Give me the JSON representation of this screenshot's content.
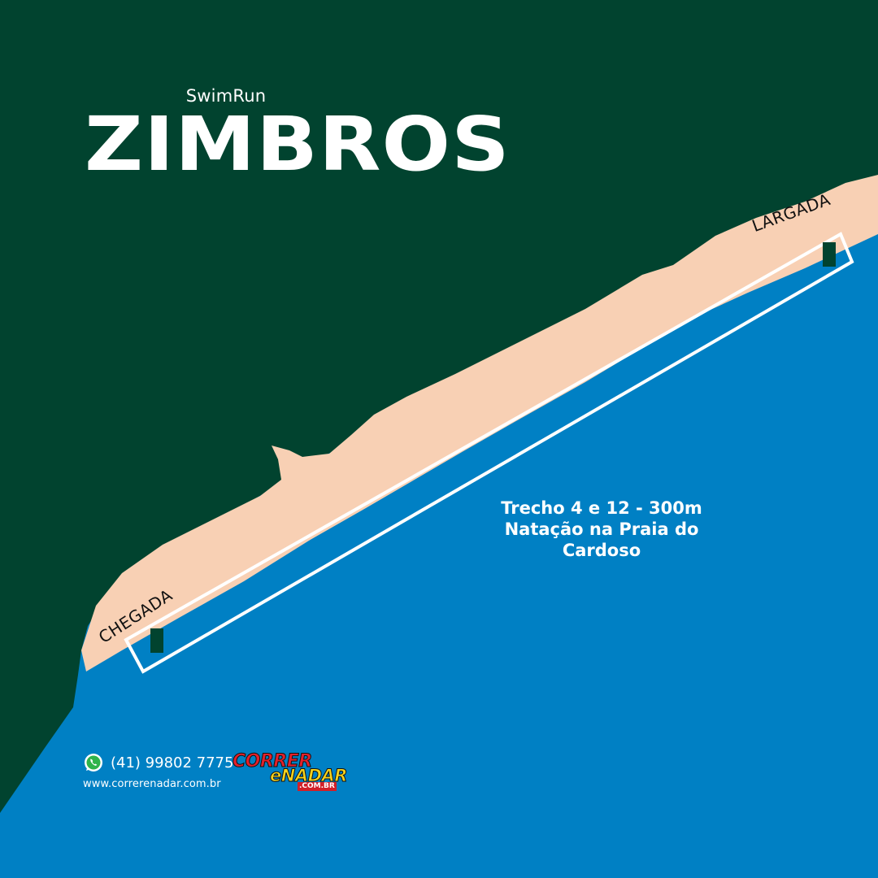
{
  "header": {
    "subtitle": "SwimRun",
    "title": "ZIMBROS"
  },
  "map": {
    "start_label": "LARGADA",
    "finish_label": "CHEGADA",
    "segment_lines": [
      "Trecho 4 e 12 - 300m",
      "Natação na Praia do",
      "Cardoso"
    ],
    "colors": {
      "land": "#01432f",
      "sand": "#f8d0b4",
      "water": "#0080c4",
      "route": "#ffffff",
      "marker": "#01432f"
    }
  },
  "footer": {
    "phone": "(41) 99802 7775",
    "website": "www.correrenadar.com.br",
    "logo": {
      "top": "CORRER",
      "middle": "eNADAR",
      "bottom": ".COM.BR"
    },
    "phone_icon": "whatsapp-icon"
  }
}
